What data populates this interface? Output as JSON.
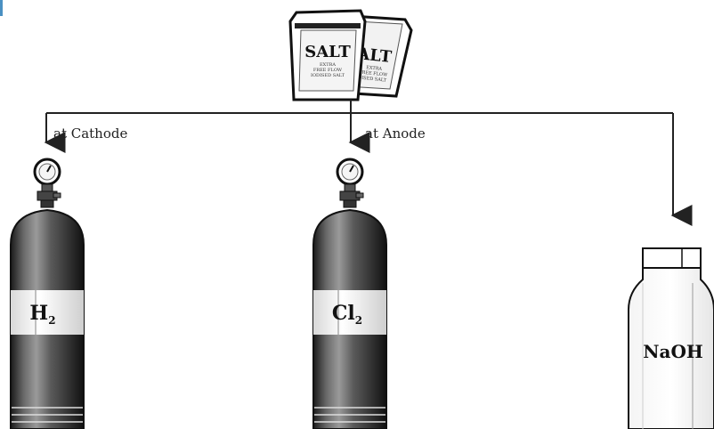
{
  "diagram": {
    "salt_packets": {
      "front": {
        "brand": "SALT",
        "lines": [
          "EXTRA",
          "FREE FLOW",
          "IODISED SALT"
        ]
      },
      "back": {
        "brand": "ALT",
        "lines": [
          "EXTRA",
          "FREE FLOW",
          "DISED SALT"
        ]
      }
    },
    "branch_labels": {
      "cathode": "at Cathode",
      "anode": "at Anode"
    },
    "products": {
      "hydrogen": {
        "formula": "H",
        "subscript": "2"
      },
      "chlorine": {
        "formula": "Cl",
        "subscript": "2"
      },
      "sodium_hydroxide": {
        "label": "NaOH"
      }
    }
  }
}
